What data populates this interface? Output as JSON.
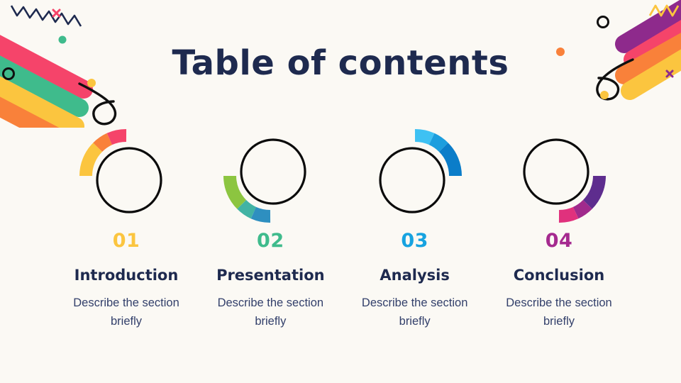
{
  "slide": {
    "background_color": "#fbf9f4",
    "title": "Table of contents",
    "title_color": "#1e2a4f"
  },
  "sections": [
    {
      "number": "01",
      "number_color": "#fbc53f",
      "heading": "Introduction",
      "description": "Describe the section briefly",
      "ring_icon": "progress-ring-warm",
      "arc_colors": [
        "#fbc53f",
        "#f9813a",
        "#f5446a"
      ],
      "arc_quadrant": "top-left"
    },
    {
      "number": "02",
      "number_color": "#3fbb8c",
      "heading": "Presentation",
      "description": "Describe the section briefly",
      "ring_icon": "progress-ring-cool",
      "arc_colors": [
        "#8cc540",
        "#42b3a4",
        "#2e8fc0"
      ],
      "arc_quadrant": "bottom-left"
    },
    {
      "number": "03",
      "number_color": "#17a3e0",
      "heading": "Analysis",
      "description": "Describe the section briefly",
      "ring_icon": "progress-ring-blue",
      "arc_colors": [
        "#3ec1f3",
        "#1c9ede",
        "#0b7dc9"
      ],
      "arc_quadrant": "top-right"
    },
    {
      "number": "04",
      "number_color": "#a52a8f",
      "heading": "Conclusion",
      "description": "Describe the section briefly",
      "ring_icon": "progress-ring-magenta",
      "arc_colors": [
        "#5e2d8e",
        "#a02a8c",
        "#e0317d"
      ],
      "arc_quadrant": "bottom-right"
    }
  ],
  "decorations": {
    "top_left": {
      "zigzag_color": "#1e2a4f",
      "bar_colors": [
        "#f5446a",
        "#3fbb8c",
        "#fbc53f",
        "#f9813a"
      ],
      "hook_color": "#101010",
      "dot_teal": "#3fbb8c",
      "dot_yellow": "#fbc53f",
      "cross_color": "#f5446a",
      "ring_color": "#101010"
    },
    "top_right": {
      "zigzag_color": "#fbc53f",
      "bar_colors": [
        "#8e2a8c",
        "#f5446a",
        "#f9813a",
        "#fbc53f"
      ],
      "hook_color": "#101010",
      "dot_orange": "#f9813a",
      "dot_yellow": "#fbc53f",
      "cross_color": "#8e2a8c",
      "ring_color": "#101010"
    }
  }
}
